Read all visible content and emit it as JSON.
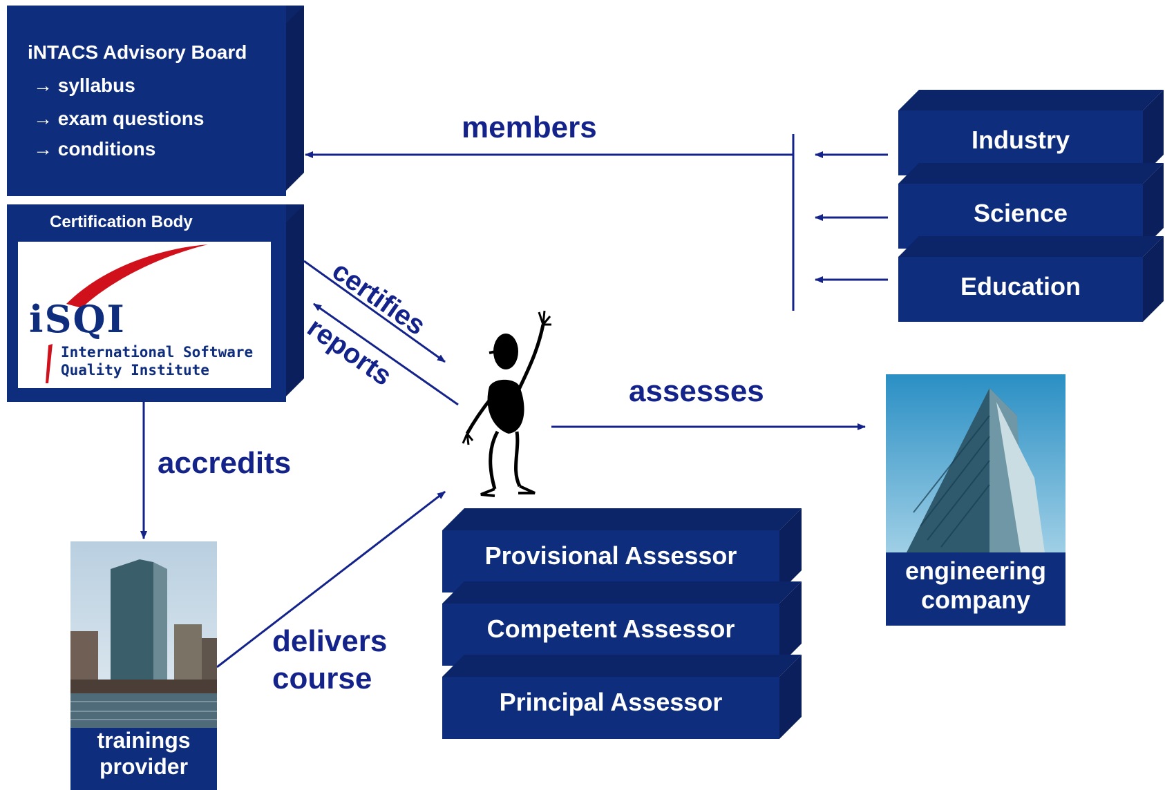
{
  "advisory_board": {
    "title": "iNTACS Advisory Board",
    "items": [
      "syllabus",
      "exam questions",
      "conditions"
    ],
    "arrow_glyph": "→"
  },
  "certification_body": {
    "title": "Certification Body",
    "logo": {
      "name": "iSQI",
      "line1": "International Software",
      "line2": "Quality Institute"
    }
  },
  "stakeholders": [
    "Industry",
    "Science",
    "Education"
  ],
  "assessor_levels": [
    "Provisional Assessor",
    "Competent Assessor",
    "Principal Assessor"
  ],
  "engineering_company": {
    "label_line1": "engineering",
    "label_line2": "company"
  },
  "trainings_provider": {
    "label_line1": "trainings",
    "label_line2": "provider"
  },
  "edges": {
    "members": "members",
    "certifies": "certifies",
    "reports": "reports",
    "assesses": "assesses",
    "accredits": "accredits",
    "delivers_line1": "delivers",
    "delivers_line2": "course"
  },
  "colors": {
    "box_front": "#0f2d7d",
    "box_top": "#0c2468",
    "box_side": "#0a1f5c",
    "arrow": "#14238a",
    "logo_red": "#d0101a"
  }
}
